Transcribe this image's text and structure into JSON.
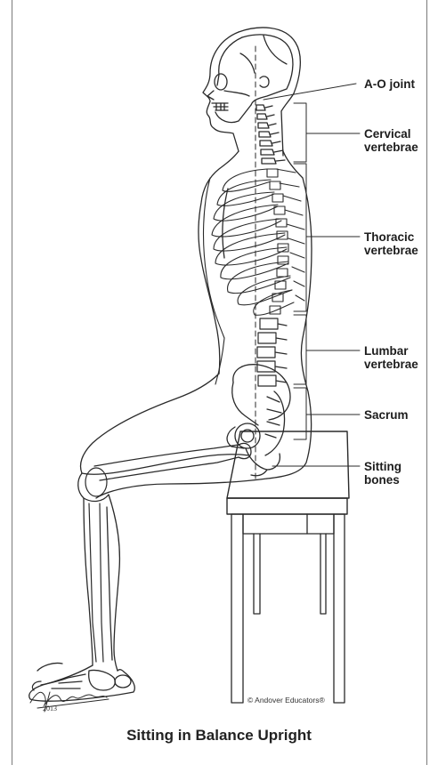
{
  "diagram": {
    "caption": "Sitting in Balance Upright",
    "labels": {
      "ao_joint": "A-O joint",
      "cervical": [
        "Cervical",
        "vertebrae"
      ],
      "thoracic": [
        "Thoracic",
        "vertebrae"
      ],
      "lumbar": [
        "Lumbar",
        "vertebrae"
      ],
      "sacrum": "Sacrum",
      "sitting_bones": [
        "Sitting",
        "bones"
      ]
    },
    "copyright": "© Andover Educators®",
    "signature_year": "2013"
  }
}
